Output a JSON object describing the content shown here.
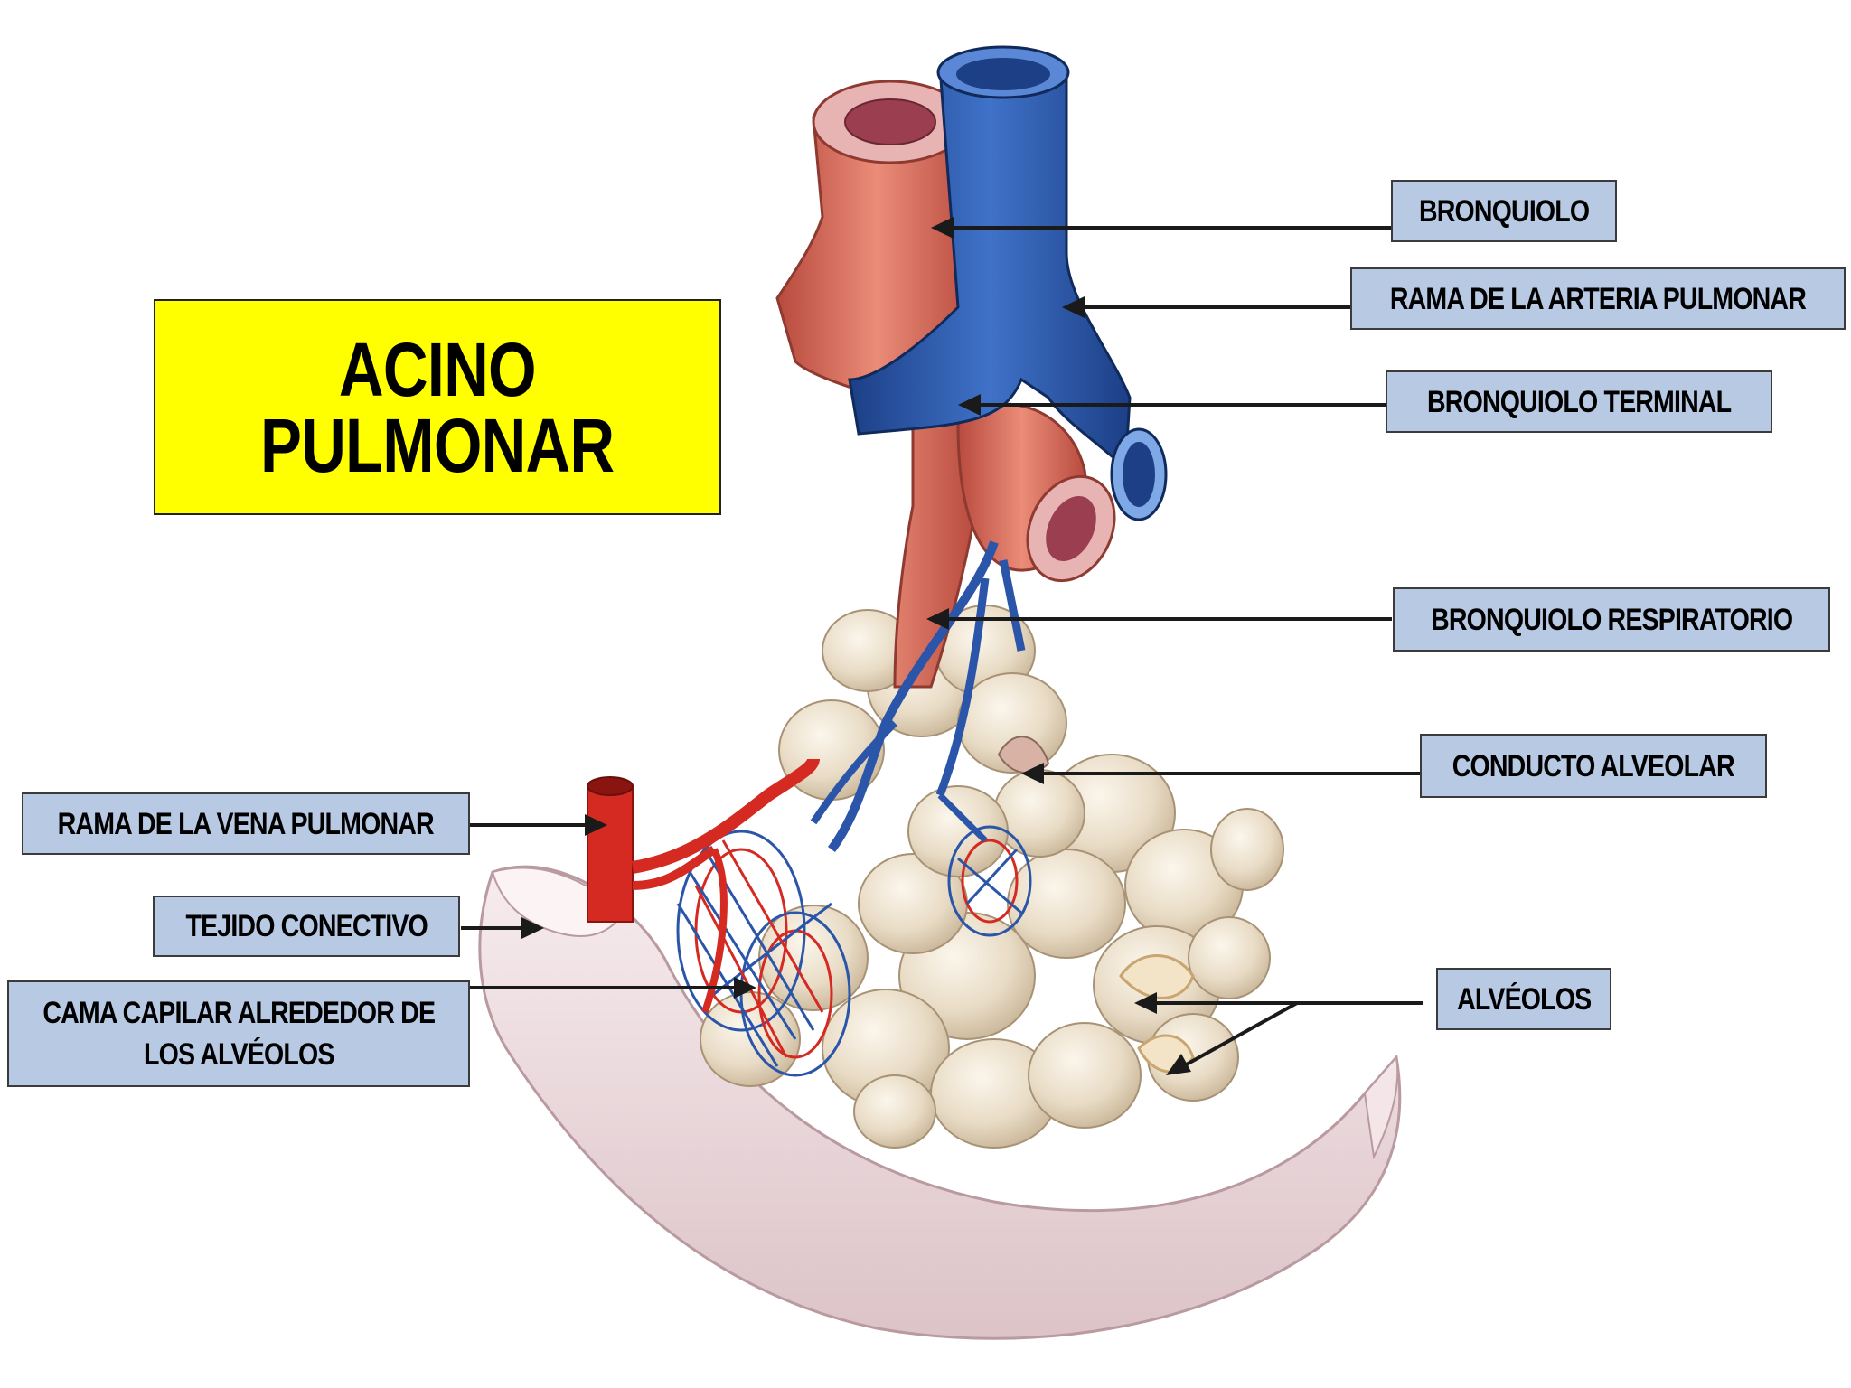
{
  "title": {
    "line1": "ACINO",
    "line2": "PULMONAR"
  },
  "labels": {
    "bronquiolo": "BRONQUIOLO",
    "rama_arteria": "RAMA DE LA ARTERIA PULMONAR",
    "bronquiolo_terminal": "BRONQUIOLO TERMINAL",
    "bronquiolo_respiratorio": "BRONQUIOLO RESPIRATORIO",
    "conducto_alveolar": "CONDUCTO ALVEOLAR",
    "alveolos": "ALVÉOLOS",
    "rama_vena": "RAMA DE LA VENA PULMONAR",
    "tejido_conectivo": "TEJIDO CONECTIVO",
    "cama_capilar_1": "CAMA CAPILAR ALREDEDOR DE",
    "cama_capilar_2": "LOS ALVÉOLOS"
  },
  "colors": {
    "title_bg": "#ffff00",
    "label_bg": "#b7c9e3",
    "artery": "#2a55a8",
    "bronchiole": "#d86a5a",
    "vein": "#d42a22",
    "alveoli": "#e8dcc8",
    "tissue": "#eedbdf"
  }
}
